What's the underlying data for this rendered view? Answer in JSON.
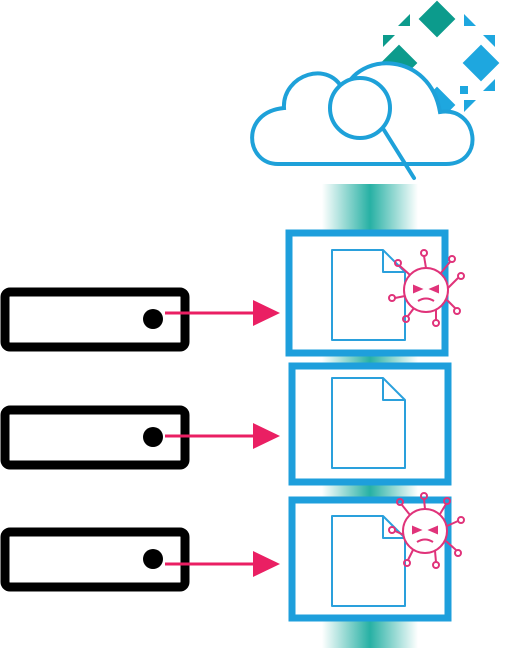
{
  "colors": {
    "cloud_stroke": "#1ea1d9",
    "frame_stroke": "#1e9fdc",
    "file_stroke": "#2aa0dc",
    "drive_stroke": "#000000",
    "arrow": "#ea1f63",
    "virus": "#e0337a",
    "beam_core": "#0fa89a",
    "logo_green": "#0c9b8c",
    "logo_blue": "#1ea7df"
  },
  "icons": {
    "cloud": "cloud-search-icon",
    "logo": "diamond-cluster-logo",
    "file": "document-icon",
    "virus": "virus-icon",
    "drive": "hard-drive-icon"
  },
  "rows": [
    {
      "id": "row-1",
      "infected": true
    },
    {
      "id": "row-2",
      "infected": false
    },
    {
      "id": "row-3",
      "infected": true
    }
  ]
}
